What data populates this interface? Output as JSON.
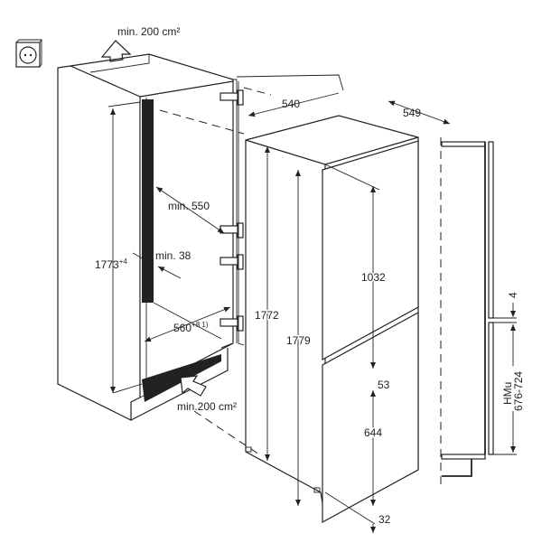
{
  "title": "Built-in fridge-freezer installation dimensions",
  "labels": {
    "vent_top": "min. 200 cm²",
    "vent_bottom": "min.200 cm²",
    "depth_min": "min. 550",
    "gap_min": "min. 38",
    "niche_height": "1773",
    "niche_height_tol": "+4",
    "niche_width": "560",
    "niche_width_tol": "+8 1)",
    "appliance_height": "1772",
    "total_height": "1779",
    "width": "540",
    "depth": "549",
    "upper_door": "1032",
    "door_gap": "53",
    "lower_door": "644",
    "bottom_gap": "32",
    "panel_gap": "4",
    "hmu_label": "HMu",
    "hmu_range": "676-724"
  },
  "icons": [
    "power-socket-icon",
    "airflow-arrow-up-icon",
    "airflow-arrow-in-icon",
    "hinge-icon"
  ]
}
